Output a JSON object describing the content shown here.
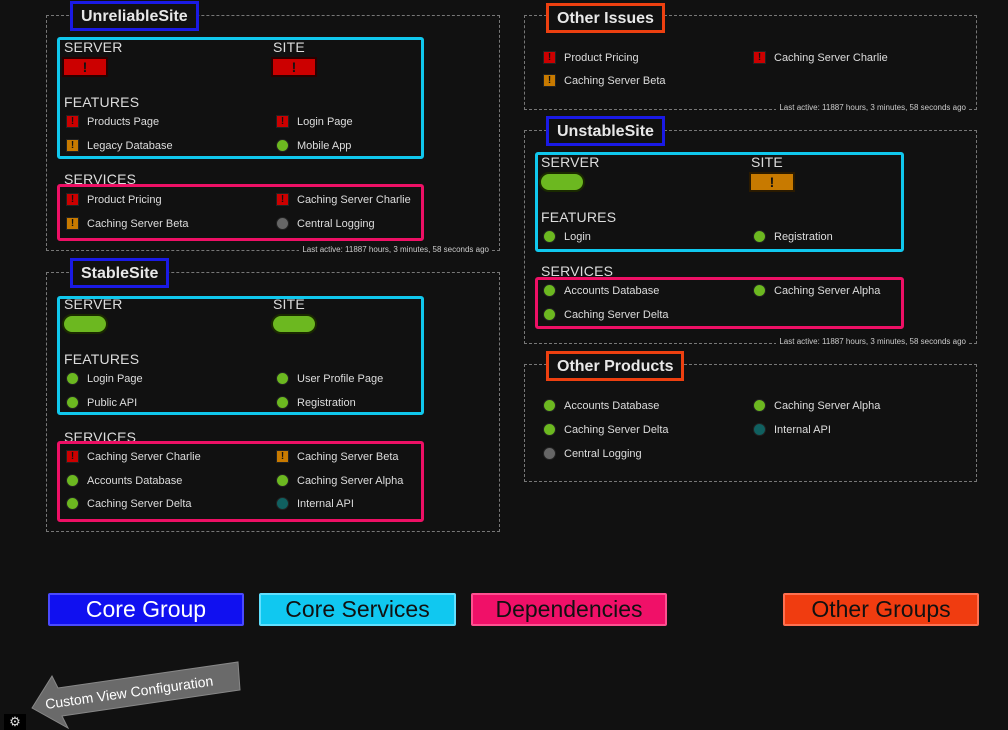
{
  "last_active": "Last active: 11887 hours, 3 minutes, 58 seconds ago",
  "labels": {
    "server": "SERVER",
    "site": "SITE",
    "features": "FEATURES",
    "services": "SERVICES"
  },
  "unreliable": {
    "title": "UnreliableSite",
    "server_status": "red",
    "site_status": "red",
    "features": [
      {
        "name": "Products Page",
        "status": "red"
      },
      {
        "name": "Login Page",
        "status": "red"
      },
      {
        "name": "Legacy Database",
        "status": "orange"
      },
      {
        "name": "Mobile App",
        "status": "green"
      }
    ],
    "services": [
      {
        "name": "Product Pricing",
        "status": "red"
      },
      {
        "name": "Caching Server Charlie",
        "status": "red"
      },
      {
        "name": "Caching Server Beta",
        "status": "orange"
      },
      {
        "name": "Central Logging",
        "status": "gray"
      }
    ]
  },
  "stable": {
    "title": "StableSite",
    "server_status": "green",
    "site_status": "green",
    "features": [
      {
        "name": "Login Page",
        "status": "green"
      },
      {
        "name": "User Profile Page",
        "status": "green"
      },
      {
        "name": "Public API",
        "status": "green"
      },
      {
        "name": "Registration",
        "status": "green"
      }
    ],
    "services": [
      {
        "name": "Caching Server Charlie",
        "status": "red"
      },
      {
        "name": "Caching Server Beta",
        "status": "orange"
      },
      {
        "name": "Accounts Database",
        "status": "green"
      },
      {
        "name": "Caching Server Alpha",
        "status": "green"
      },
      {
        "name": "Caching Server Delta",
        "status": "green"
      },
      {
        "name": "Internal API",
        "status": "teal"
      }
    ]
  },
  "other_issues": {
    "title": "Other Issues",
    "items": [
      {
        "name": "Product Pricing",
        "status": "red"
      },
      {
        "name": "Caching Server Charlie",
        "status": "red"
      },
      {
        "name": "Caching Server Beta",
        "status": "orange"
      }
    ]
  },
  "unstable": {
    "title": "UnstableSite",
    "server_status": "green",
    "site_status": "orange",
    "features": [
      {
        "name": "Login",
        "status": "green"
      },
      {
        "name": "Registration",
        "status": "green"
      }
    ],
    "services": [
      {
        "name": "Accounts Database",
        "status": "green"
      },
      {
        "name": "Caching Server Alpha",
        "status": "green"
      },
      {
        "name": "Caching Server Delta",
        "status": "green"
      }
    ]
  },
  "other_products": {
    "title": "Other Products",
    "items": [
      {
        "name": "Accounts Database",
        "status": "green"
      },
      {
        "name": "Caching Server Alpha",
        "status": "green"
      },
      {
        "name": "Caching Server Delta",
        "status": "green"
      },
      {
        "name": "Internal API",
        "status": "teal"
      },
      {
        "name": "Central Logging",
        "status": "gray"
      }
    ]
  },
  "legend": {
    "core_group": "Core Group",
    "core_services": "Core Services",
    "dependencies": "Dependencies",
    "other_groups": "Other Groups"
  },
  "config": {
    "label": "Custom View Configuration"
  },
  "colors": {
    "core_group": "#1010f0",
    "core_services": "#10c8f0",
    "dependencies": "#f01068",
    "other_groups": "#f03c10",
    "status_red": "#cc0000",
    "status_orange": "#c87a00",
    "status_green": "#6cb820",
    "status_gray": "#666666",
    "status_teal": "#106060"
  }
}
